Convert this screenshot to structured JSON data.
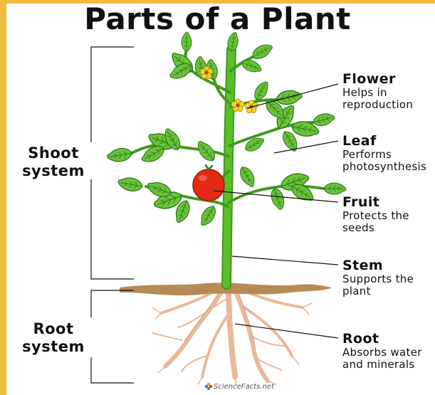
{
  "title": "Parts of a Plant",
  "systems": {
    "shoot": "Shoot\nsystem",
    "root": "Root\nsystem"
  },
  "parts": [
    {
      "name": "Flower",
      "description": "Helps in\nreproduction"
    },
    {
      "name": "Leaf",
      "description": "Performs\nphotosynthesis"
    },
    {
      "name": "Fruit",
      "description": "Protects the\nseeds"
    },
    {
      "name": "Stem",
      "description": "Supports the\nplant"
    },
    {
      "name": "Root",
      "description": "Absorbs water\nand minerals"
    }
  ],
  "credit": "ScienceFacts.net",
  "colors": {
    "background_frame": "#f2bb42",
    "leaf": "#6cc33a",
    "leaf_dark": "#2e7d1a",
    "stem": "#5cbf2a",
    "flower": "#f6d327",
    "fruit": "#e52b17",
    "soil": "#b68a55",
    "root": "#f0c3a4"
  }
}
